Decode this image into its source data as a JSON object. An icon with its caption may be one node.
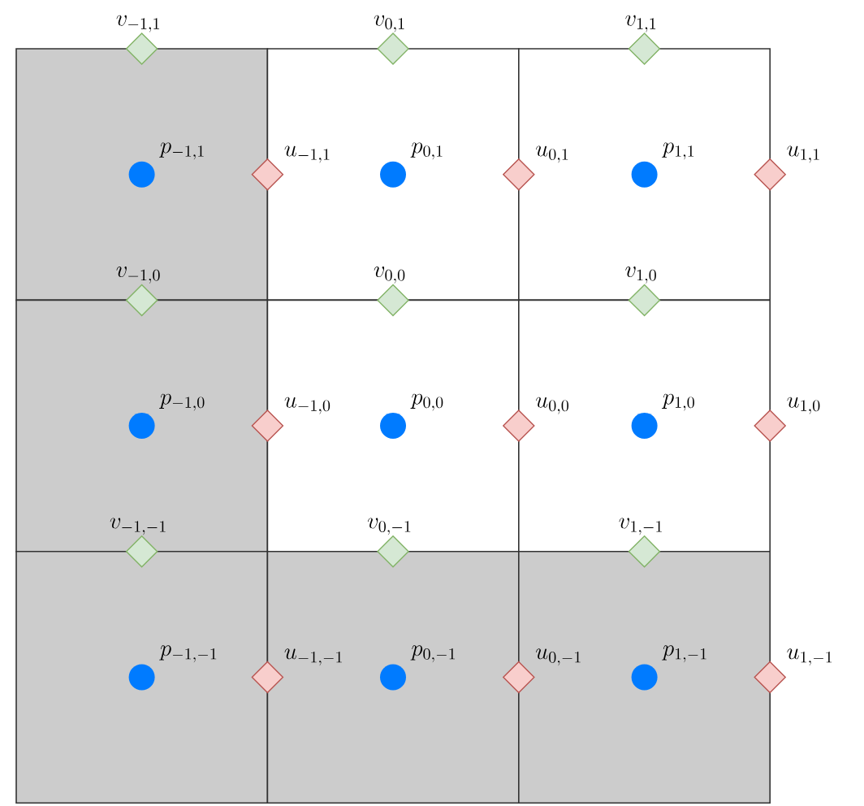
{
  "diagram": {
    "labels": [
      "v_{-1,1}",
      "v_{0,1}",
      "v_{1,1}",
      "p_{-1,1}",
      "u_{-1,1}",
      "p_{0,1}",
      "u_{0,1}",
      "p_{1,1}",
      "u_{1,1}",
      "v_{-1,0}",
      "v_{0,0}",
      "v_{1,0}",
      "p_{-1,0}",
      "u_{-1,0}",
      "p_{0,0}",
      "u_{0,0}",
      "p_{1,0}",
      "u_{1,0}",
      "v_{-1,-1}",
      "v_{0,-1}",
      "v_{1,-1}",
      "p_{-1,-1}",
      "u_{-1,-1}",
      "p_{0,-1}",
      "u_{0,-1}",
      "p_{1,-1}",
      "u_{1,-1}"
    ]
  }
}
